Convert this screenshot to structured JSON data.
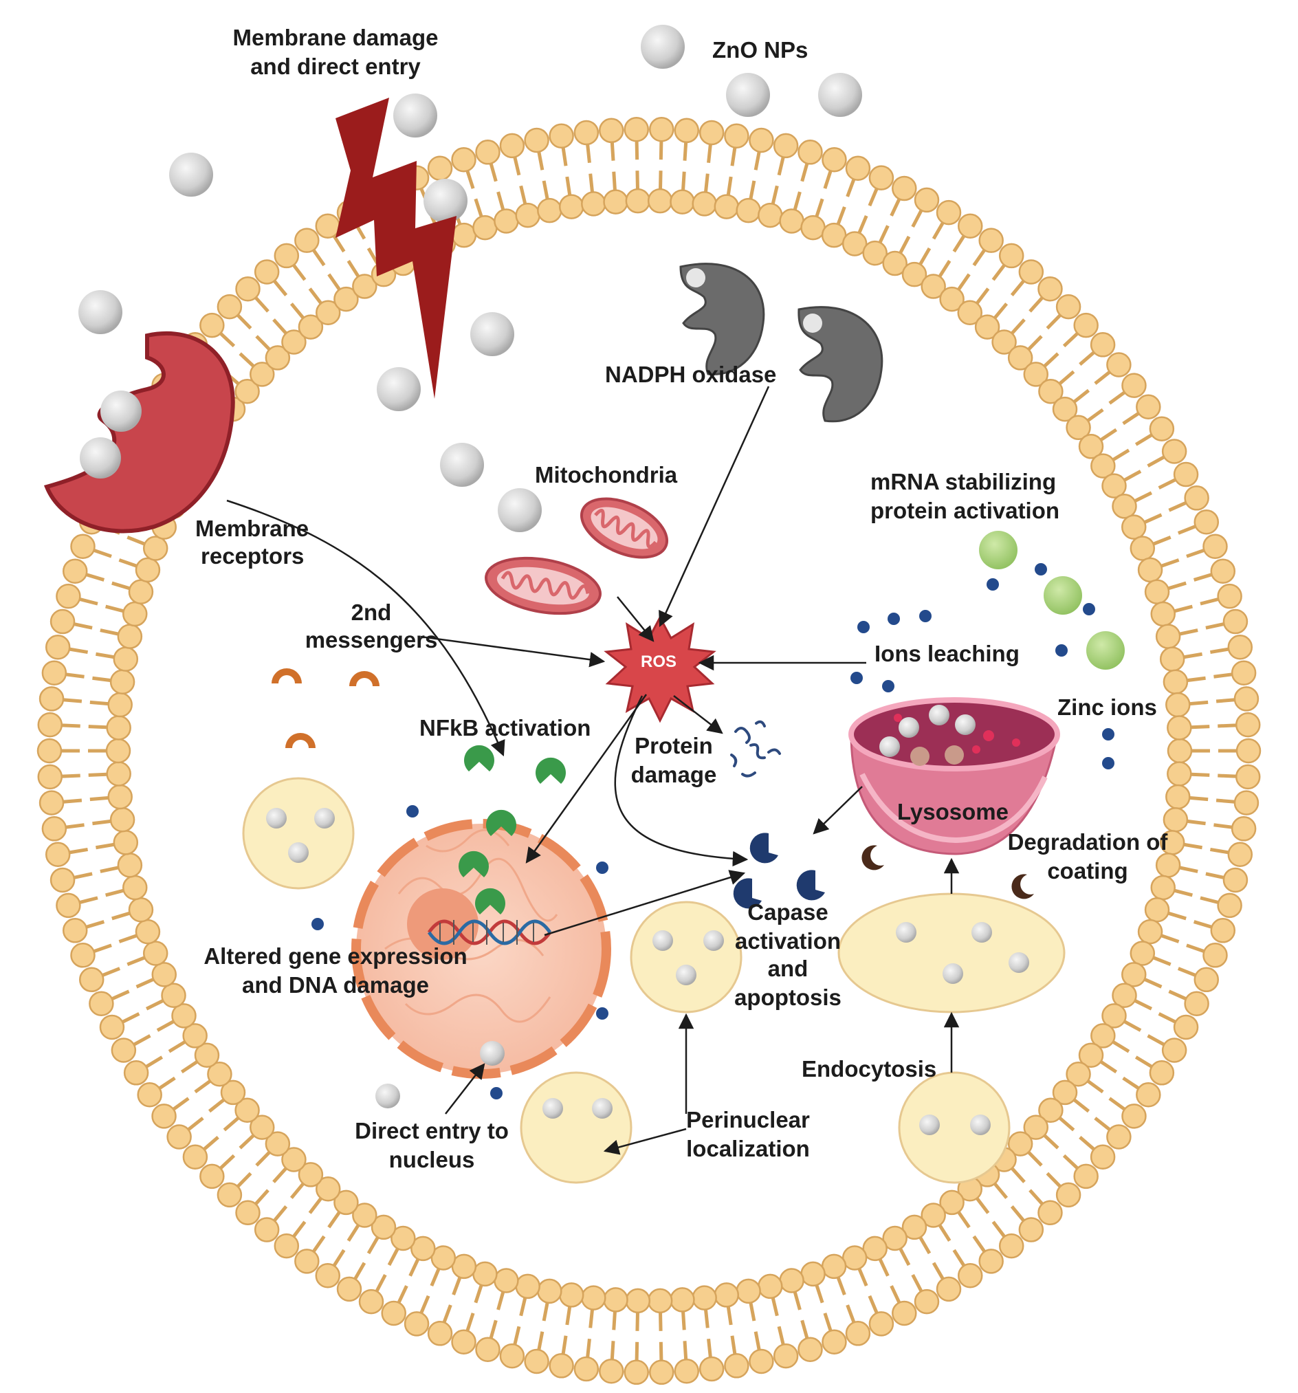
{
  "labels": {
    "membrane_damage_line1": "Membrane damage",
    "membrane_damage_line2": "and direct entry",
    "zno_nps": "ZnO NPs",
    "nadph_oxidase": "NADPH oxidase",
    "mitochondria": "Mitochondria",
    "mrna_line1": "mRNA stabilizing",
    "mrna_line2": "protein activation",
    "membrane_receptors_line1": "Membrane",
    "membrane_receptors_line2": "receptors",
    "second_messengers_line1": "2nd",
    "second_messengers_line2": "messengers",
    "ros": "ROS",
    "ions_leaching": "Ions leaching",
    "zinc_ions": "Zinc ions",
    "nfkb_activation": "NFkB activation",
    "protein_damage_line1": "Protein",
    "protein_damage_line2": "damage",
    "lysosome": "Lysosome",
    "degradation_line1": "Degradation of",
    "degradation_line2": "coating",
    "caspase_line1": "Capase",
    "caspase_line2": "activation",
    "caspase_line3": "and",
    "caspase_line4": "apoptosis",
    "altered_gene_line1": "Altered gene expression",
    "altered_gene_line2": "and DNA damage",
    "endocytosis": "Endocytosis",
    "perinuclear_line1": "Perinuclear",
    "perinuclear_line2": "localization",
    "direct_entry_line1": "Direct entry to",
    "direct_entry_line2": "nucleus"
  },
  "colors": {
    "membrane_head": "#f6cf8e",
    "membrane_tail": "#d6a45c",
    "nanoparticle": "#cfcfcf",
    "receptor": "#c8454c",
    "lightning": "#9b1c1c",
    "nadph_oxidase": "#6b6b6b",
    "mitochondria": "#d9676c",
    "ros_burst": "#d8464a",
    "zinc_ion": "#234a8c",
    "mrna_protein": "#a8d17a",
    "nfkb_protein": "#3a9a4a",
    "second_messenger": "#d0702a",
    "caspase": "#1f3a6e",
    "nucleus": "#f7c8b4",
    "vesicle": "#fbeec0",
    "lysosome": "#e07b96"
  },
  "icons": [
    "lightning-bolt-icon",
    "receptor-icon",
    "nadph-oxidase-icon",
    "mitochondria-icon",
    "ros-burst-icon",
    "nucleus-icon",
    "dna-helix-icon",
    "lysosome-icon",
    "vesicle-icon",
    "protein-damage-icon"
  ]
}
